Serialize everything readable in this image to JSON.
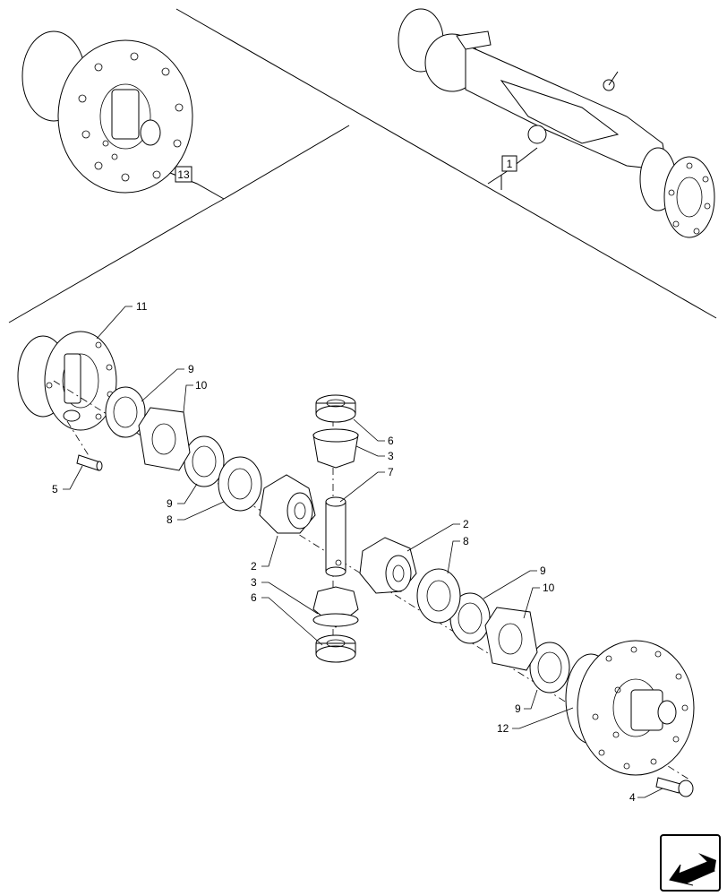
{
  "references": [
    {
      "id": "ref-13",
      "label": "13"
    },
    {
      "id": "ref-1",
      "label": "1"
    }
  ],
  "callouts": {
    "c11": "11",
    "c9a": "9",
    "c10a": "10",
    "c6a": "6",
    "c3a": "3",
    "c7": "7",
    "c5": "5",
    "c9b": "9",
    "c8a": "8",
    "c2a": "2",
    "c2b": "2",
    "c8b": "8",
    "c3b": "3",
    "c6b": "6",
    "c9c": "9",
    "c10b": "10",
    "c9d": "9",
    "c12": "12",
    "c4": "4"
  },
  "icons": {
    "nav": "next-page-arrow-icon"
  }
}
